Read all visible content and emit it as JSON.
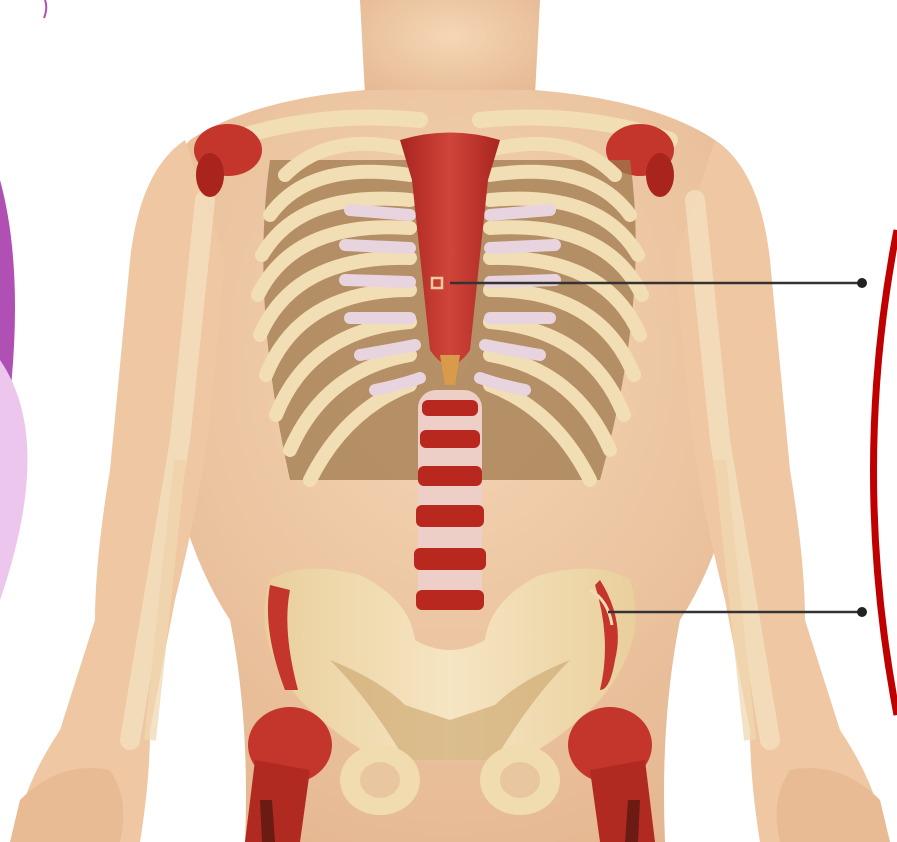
{
  "image": {
    "subject": "anatomical-skeleton-illustration",
    "colors": {
      "background": "#ffffff",
      "skin": "#f0cba6",
      "skin_shadow": "#e2b38b",
      "bone": "#f2deb4",
      "bone_outline": "#c9a46a",
      "cartilage": "#e8d4de",
      "marrow_red": "#c4352b",
      "rib_gap": "#a07a4e",
      "pointer": "#333333",
      "left_decor_purple": "#b04fb4",
      "left_decor_pink": "#edc6ee",
      "right_decor_red": "#c00000"
    }
  },
  "pointers": [
    {
      "target": "sternum"
    },
    {
      "target": "iliac-crest"
    }
  ]
}
